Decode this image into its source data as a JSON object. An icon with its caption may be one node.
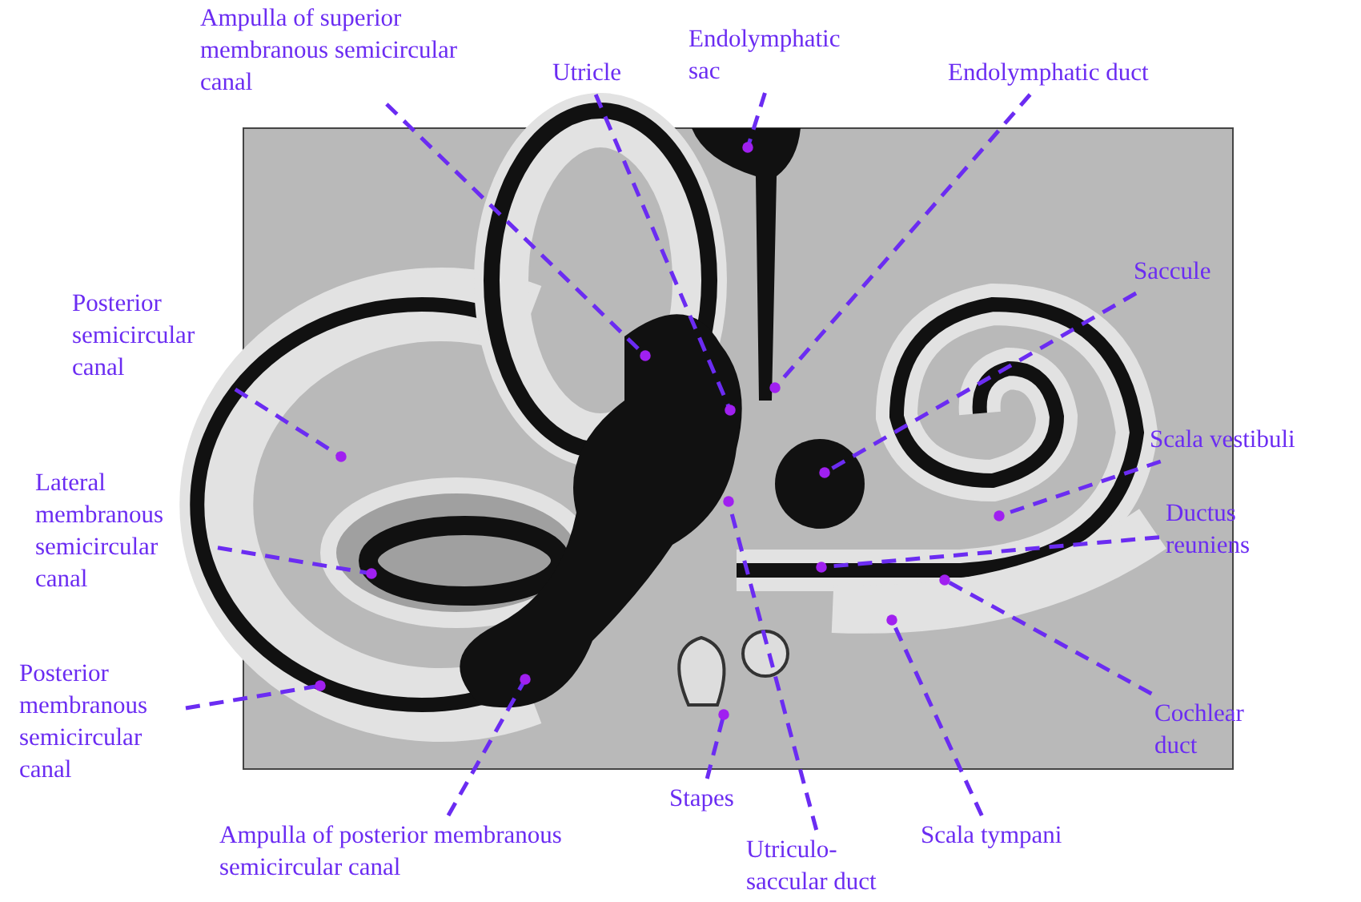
{
  "diagram": {
    "nodes": [
      {
        "text": [
          "Ampulla of superior membranous semicircular canal"
        ]
      },
      {
        "text": [
          "Utricle"
        ]
      },
      {
        "text": [
          "Endolymphatic sac"
        ]
      },
      {
        "text": [
          "Endolymphatic duct"
        ]
      },
      {
        "text": [
          "Posterior semicircular canal"
        ]
      },
      {
        "text": [
          "Saccule"
        ]
      },
      {
        "text": [
          "Lateral membranous semicircular canal"
        ]
      },
      {
        "text": [
          "Scala vestibuli"
        ]
      },
      {
        "text": [
          "Ductus reuniens"
        ]
      },
      {
        "text": [
          "Posterior membranous semicircular canal"
        ]
      },
      {
        "text": [
          "Cochlear duct"
        ]
      },
      {
        "text": [
          "Ampulla of posterior membranous semicircular canal"
        ]
      },
      {
        "text": [
          "Stapes"
        ]
      },
      {
        "text": [
          "Utriculo-saccular duct"
        ]
      },
      {
        "text": [
          "Scala tympani"
        ]
      }
    ],
    "edges": [
      {
        "from": 0,
        "to": null,
        "arrow": "other",
        "style": "dashed"
      },
      {
        "from": 1,
        "to": null,
        "arrow": "other",
        "style": "dashed"
      },
      {
        "from": 2,
        "to": null,
        "arrow": "other",
        "style": "dashed"
      },
      {
        "from": 3,
        "to": null,
        "arrow": "other",
        "style": "dashed"
      },
      {
        "from": 4,
        "to": null,
        "arrow": "other",
        "style": "dashed"
      },
      {
        "from": 5,
        "to": null,
        "arrow": "other",
        "style": "dashed"
      },
      {
        "from": 6,
        "to": null,
        "arrow": "other",
        "style": "dashed"
      },
      {
        "from": 7,
        "to": null,
        "arrow": "other",
        "style": "dashed"
      },
      {
        "from": 8,
        "to": null,
        "arrow": "other",
        "style": "dashed"
      },
      {
        "from": 9,
        "to": null,
        "arrow": "other",
        "style": "dashed"
      },
      {
        "from": 10,
        "to": null,
        "arrow": "other",
        "style": "dashed"
      },
      {
        "from": 11,
        "to": null,
        "arrow": "other",
        "style": "dashed"
      },
      {
        "from": 12,
        "to": null,
        "arrow": "other",
        "style": "dashed"
      },
      {
        "from": 13,
        "to": null,
        "arrow": "other",
        "style": "dashed"
      },
      {
        "from": 14,
        "to": null,
        "arrow": "other",
        "style": "dashed"
      }
    ]
  }
}
